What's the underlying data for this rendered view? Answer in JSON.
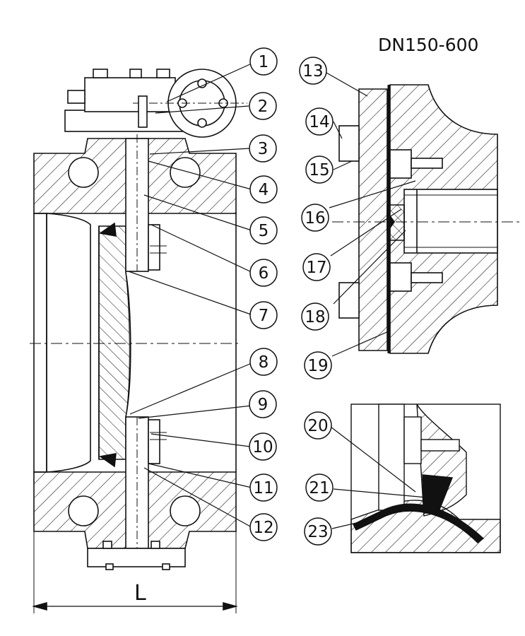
{
  "diagram": {
    "title": "DN150-600",
    "dimension_label": "L",
    "callouts": [
      "1",
      "2",
      "3",
      "4",
      "5",
      "6",
      "7",
      "8",
      "9",
      "10",
      "11",
      "12",
      "13",
      "14",
      "15",
      "16",
      "17",
      "18",
      "19",
      "20",
      "21",
      "23"
    ]
  },
  "colors": {
    "line": "#111111",
    "background": "#ffffff",
    "seal": "#111111"
  }
}
